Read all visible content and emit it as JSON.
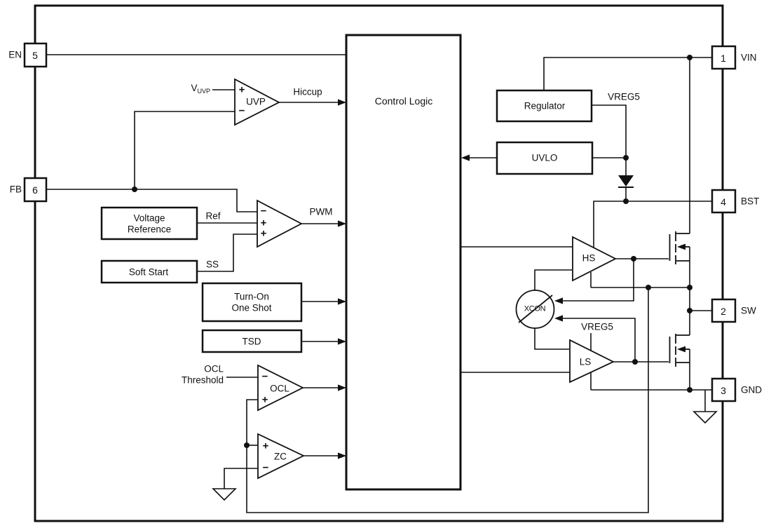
{
  "pins": {
    "en": {
      "number": "5",
      "label": "EN"
    },
    "fb": {
      "number": "6",
      "label": "FB"
    },
    "vin": {
      "number": "1",
      "label": "VIN"
    },
    "bst": {
      "number": "4",
      "label": "BST"
    },
    "sw": {
      "number": "2",
      "label": "SW"
    },
    "gnd": {
      "number": "3",
      "label": "GND"
    }
  },
  "blocks": {
    "control_logic": "Control Logic",
    "voltage_reference": {
      "line1": "Voltage",
      "line2": "Reference"
    },
    "soft_start": "Soft Start",
    "turn_on_one_shot": {
      "line1": "Turn-On",
      "line2": "One Shot"
    },
    "tsd": "TSD",
    "regulator": "Regulator",
    "uvlo": "UVLO"
  },
  "amplifiers": {
    "uvp": "UVP",
    "ocl": "OCL",
    "zc": "ZC",
    "hs": "HS",
    "ls": "LS",
    "xcon": "XCON"
  },
  "signals": {
    "hiccup": "Hiccup",
    "pwm": "PWM",
    "ref": "Ref",
    "ss": "SS",
    "vreg5_regulator": "VREG5",
    "vreg5_ls": "VREG5",
    "vuvp_base": "V",
    "vuvp_sub": "UVP",
    "ocl_threshold": {
      "line1": "OCL",
      "line2": "Threshold"
    }
  },
  "signs": {
    "plus": "+",
    "minus": "−"
  },
  "colors": {
    "line": "#111111",
    "background": "#ffffff"
  }
}
